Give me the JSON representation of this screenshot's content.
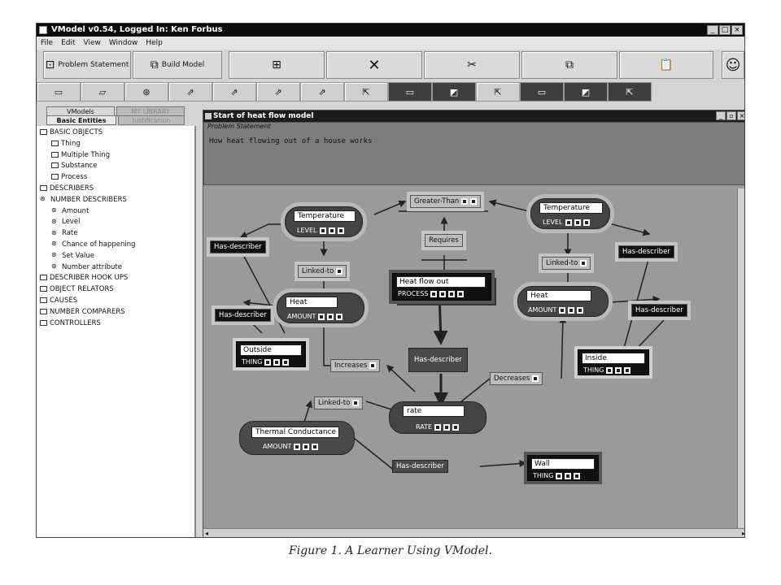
{
  "window": {
    "title": "VModel v0.54, Logged In: Ken Forbus",
    "controls": [
      "_",
      "□",
      "×"
    ]
  },
  "menu": [
    "File",
    "Edit",
    "View",
    "Window",
    "Help"
  ],
  "toolbar": {
    "problem_statement_label": "Problem Statement",
    "build_model_label": "Build Model",
    "tools": [
      "node-tree-icon",
      "delete-icon",
      "cut-icon",
      "copy-icon",
      "paste-icon",
      "face-icon"
    ]
  },
  "left_panel": {
    "tabs": {
      "vmodels": "VModels",
      "my_library": "MY LIBRARY",
      "basic_entities": "Basic Entities",
      "justification": "Justification"
    },
    "tree": [
      {
        "label": "BASIC OBJECTS",
        "level": 0
      },
      {
        "label": "Thing",
        "level": 1
      },
      {
        "label": "Multiple Thing",
        "level": 1
      },
      {
        "label": "Substance",
        "level": 1
      },
      {
        "label": "Process",
        "level": 1
      },
      {
        "label": "DESCRIBERS",
        "level": 0
      },
      {
        "label": "NUMBER DESCRIBERS",
        "level": 0
      },
      {
        "label": "Amount",
        "level": 1
      },
      {
        "label": "Level",
        "level": 1
      },
      {
        "label": "Rate",
        "level": 1
      },
      {
        "label": "Chance of happening",
        "level": 1
      },
      {
        "label": "Set Value",
        "level": 1
      },
      {
        "label": "Number attribute",
        "level": 1
      },
      {
        "label": "DESCRIBER HOOK UPS",
        "level": 0
      },
      {
        "label": "OBJECT RELATORS",
        "level": 0
      },
      {
        "label": "CAUSES",
        "level": 0
      },
      {
        "label": "NUMBER COMPARERS",
        "level": 0
      },
      {
        "label": "CONTROLLERS",
        "level": 0
      }
    ]
  },
  "model_window": {
    "title": "Start of heat flow model",
    "problem_legend": "Problem Statement",
    "problem_text": "How heat flowing out of a house works"
  },
  "diagram": {
    "nodes": {
      "temp_left": {
        "label": "Temperature",
        "type": "LEVEL"
      },
      "temp_right": {
        "label": "Temperature",
        "type": "LEVEL"
      },
      "heat_left": {
        "label": "Heat",
        "type": "AMOUNT"
      },
      "heat_right": {
        "label": "Heat",
        "type": "AMOUNT"
      },
      "heat_flow_out": {
        "label": "Heat flow out",
        "type": "PROCESS"
      },
      "outside": {
        "label": "Outside",
        "type": "THING"
      },
      "inside": {
        "label": "Inside",
        "type": "THING"
      },
      "rate": {
        "label": "rate",
        "type": "RATE"
      },
      "thermal_conductance": {
        "label": "Thermal Conductance",
        "type": "AMOUNT"
      },
      "wall": {
        "label": "Wall",
        "type": "THING"
      }
    },
    "relations": {
      "greater_than": "Greater-Than",
      "requires": "Requires",
      "linked_to_left": "Linked-to",
      "linked_to_right": "Linked-to",
      "linked_to_bottom": "Linked-to",
      "has_describer_1": "Has-describer",
      "has_describer_2": "Has-describer",
      "has_describer_3": "Has-describer",
      "has_describer_4": "Has-describer",
      "has_describer_center": "Has-describer",
      "has_describer_bottom": "Has-describer",
      "increases": "Increases",
      "decreases": "Decreases"
    }
  },
  "caption": "Figure 1. A Learner Using VModel."
}
